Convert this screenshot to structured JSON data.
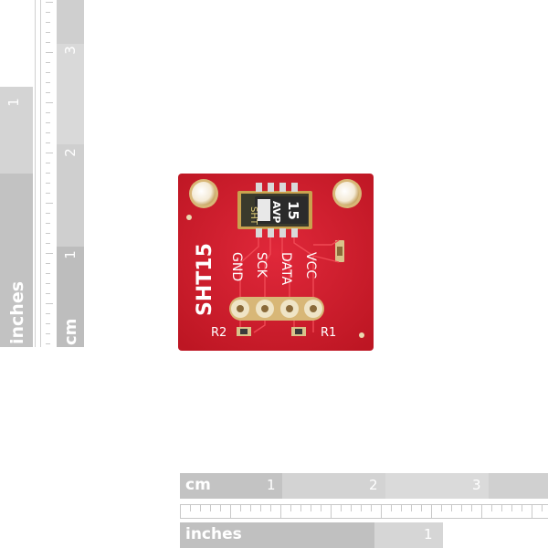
{
  "colors": {
    "board_red": "#d3202f",
    "board_red_dark": "#b81622",
    "silk": "#ffffff",
    "pad_gold": "#e6d2a6",
    "chip_body": "#2b2b2b",
    "ruler_gray": "#cfcfcf"
  },
  "board": {
    "title_label": "SHT15",
    "chip_marking": "SHT",
    "chip_number": "15",
    "chip_code": "AVP",
    "pin_labels": [
      "GND",
      "SCK",
      "DATA",
      "VCC"
    ],
    "resistor_labels": [
      "R2",
      "R1"
    ]
  },
  "ruler_left": {
    "cm_label": "cm",
    "cm_numbers": [
      "3",
      "2",
      "1"
    ],
    "inches_label": "inches",
    "inches_numbers": [
      "1"
    ]
  },
  "ruler_bottom": {
    "cm_label": "cm",
    "cm_numbers": [
      "1",
      "2",
      "3"
    ],
    "inches_label": "inches",
    "inches_numbers": [
      "1"
    ]
  }
}
